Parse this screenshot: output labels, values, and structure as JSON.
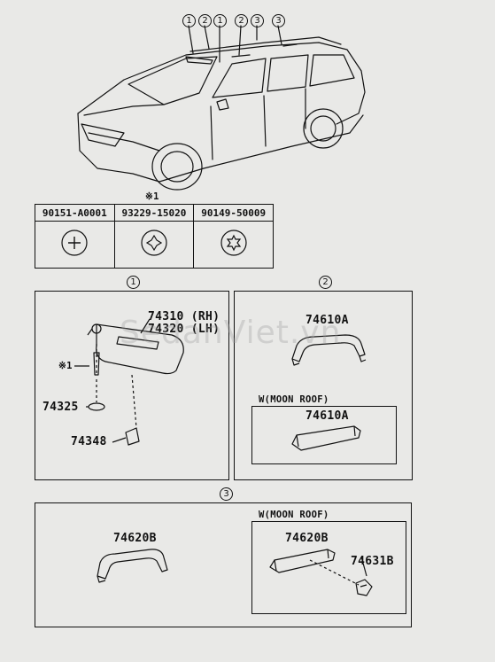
{
  "top_callouts": [
    "1",
    "2",
    "1",
    "2",
    "3",
    "3"
  ],
  "note_mark": "※1",
  "fastener_table": {
    "headers": [
      "90151-A0001",
      "93229-15020",
      "90149-50009"
    ]
  },
  "panel1": {
    "callout": "1",
    "labels": {
      "visor_rh": "74310 (RH)",
      "visor_lh": "74320 (LH)",
      "screw_note": "※1",
      "washer": "74325",
      "holder": "74348"
    }
  },
  "panel2": {
    "callout": "2",
    "grip_label": "74610A",
    "moonroof_label": "W(MOON ROOF)",
    "moonroof_grip_label": "74610A"
  },
  "panel3": {
    "callout": "3",
    "grip_label": "74620B",
    "moonroof_label": "W(MOON ROOF)",
    "moonroof_grip_label": "74620B",
    "hook_label": "74631B"
  },
  "watermark": "SedanViet.vn"
}
